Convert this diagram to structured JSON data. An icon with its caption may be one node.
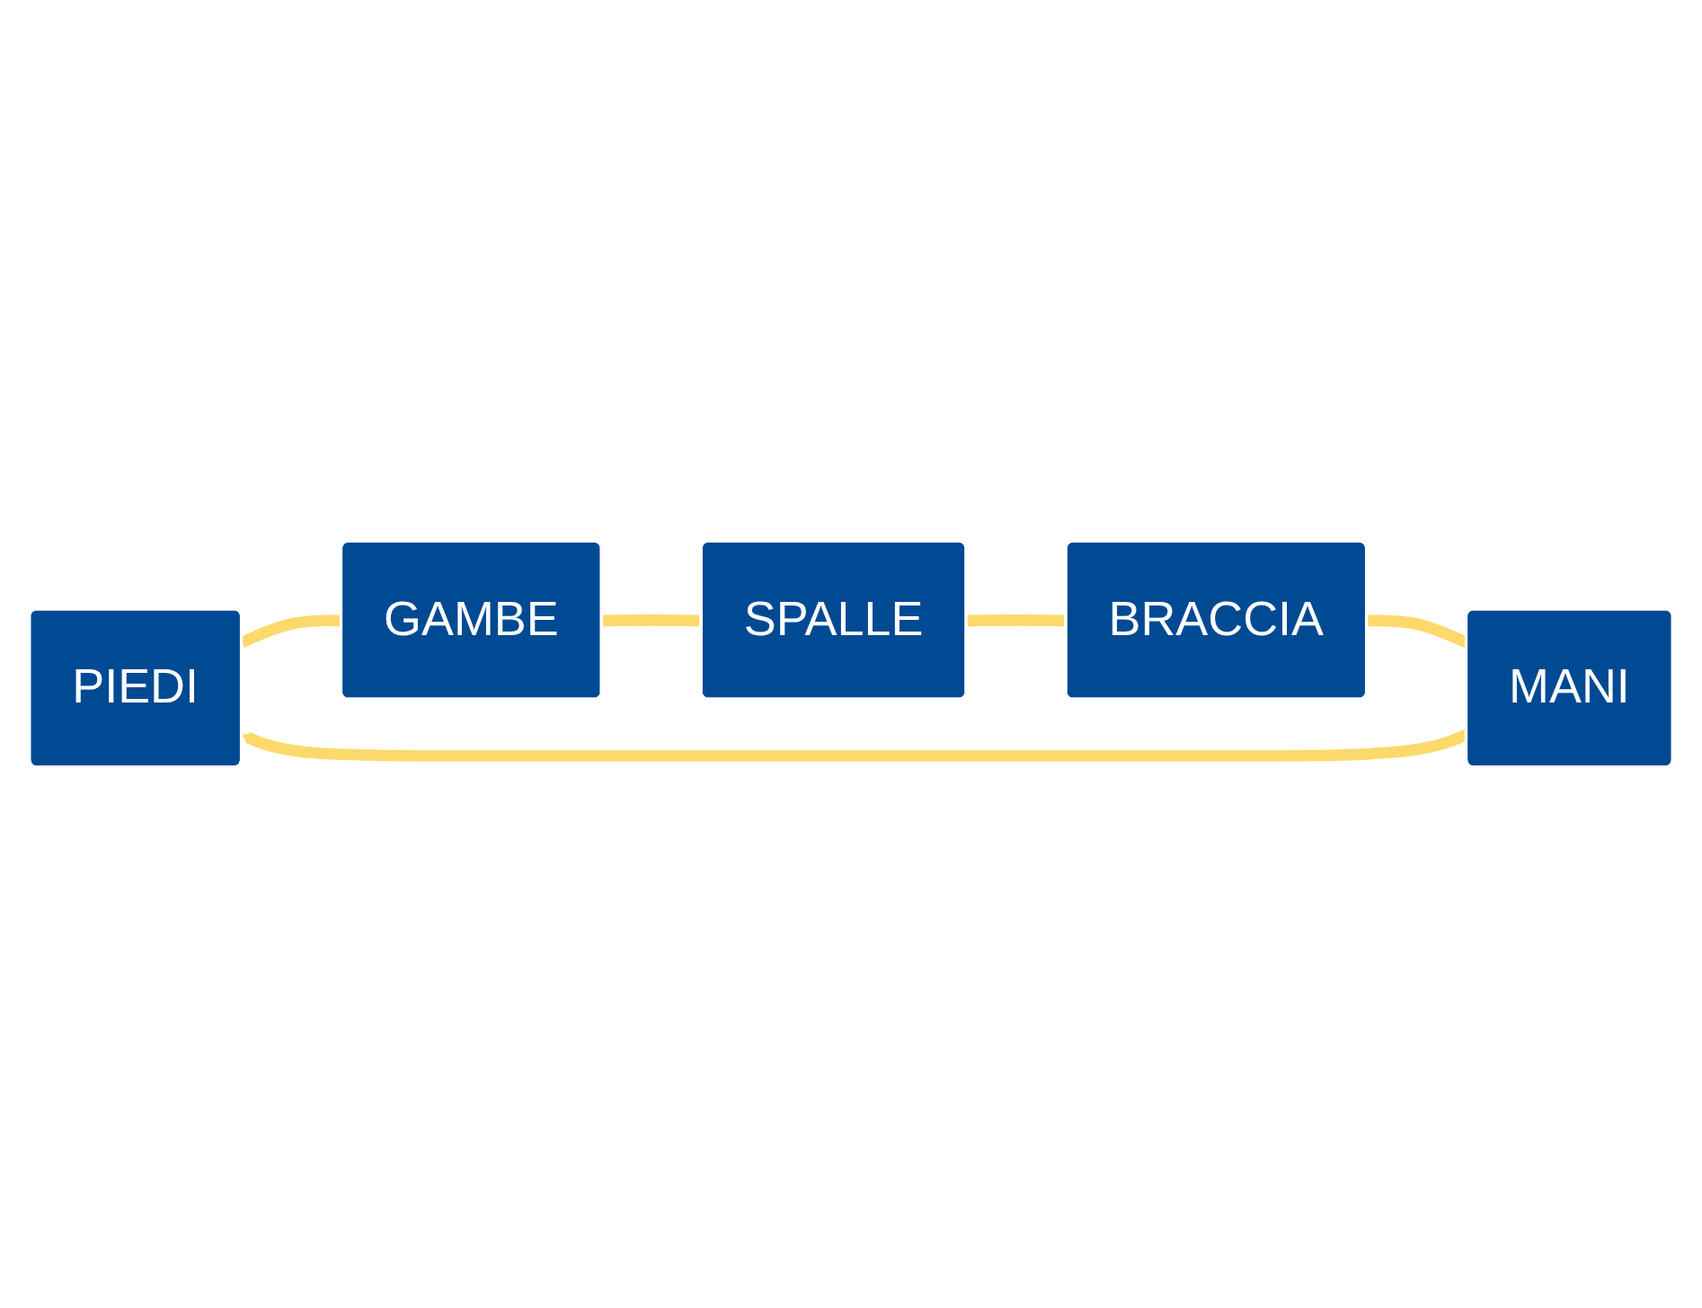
{
  "diagram": {
    "nodes": [
      {
        "text": [
          "PIEDI"
        ]
      },
      {
        "text": [
          "GAMBE"
        ]
      },
      {
        "text": [
          "SPALLE"
        ]
      },
      {
        "text": [
          "BRACCIA"
        ]
      },
      {
        "text": [
          "MANI"
        ]
      }
    ],
    "edges": [
      {
        "from": 0,
        "to": 1,
        "arrow": "none"
      },
      {
        "from": 1,
        "to": 2,
        "arrow": "none"
      },
      {
        "from": 2,
        "to": 3,
        "arrow": "none"
      },
      {
        "from": 3,
        "to": 4,
        "arrow": "none"
      },
      {
        "from": 4,
        "to": 0,
        "arrow": "to"
      }
    ]
  }
}
